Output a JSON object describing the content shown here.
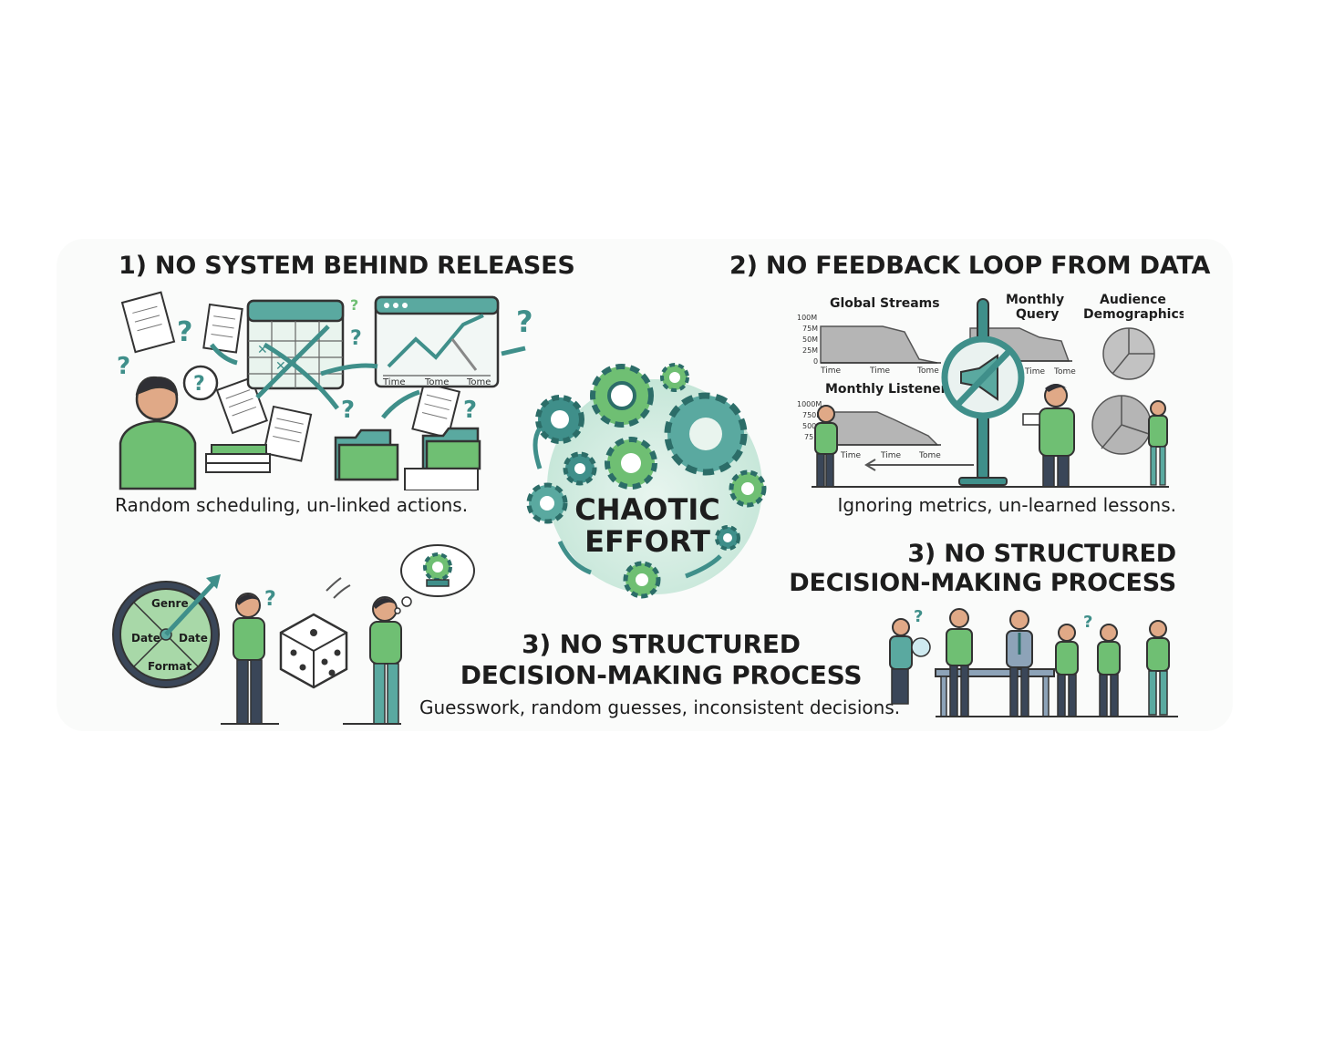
{
  "sections": {
    "s1": {
      "heading": "1) NO SYSTEM BEHIND RELEASES",
      "caption": "Random scheduling, un-linked actions.",
      "chart_ticks": [
        "Time",
        "Tome",
        "Tome"
      ]
    },
    "s2": {
      "heading": "2) NO FEEDBACK LOOP FROM DATA",
      "caption": "Ignoring metrics, un-learned lessons.",
      "global_streams": {
        "title": "Global Streams",
        "y_ticks": [
          "100M",
          "75M",
          "50M",
          "25M",
          "0"
        ],
        "x_ticks": [
          "Time",
          "Time",
          "Tome"
        ]
      },
      "monthly_query": {
        "title_line1": "Monthly",
        "title_line2": "Query",
        "x_ticks": [
          "Time",
          "Tome"
        ]
      },
      "audience": {
        "title_line1": "Audience",
        "title_line2": "Demographics"
      },
      "monthly_listeners": {
        "title": "Monthly Listeners",
        "y_ticks": [
          "1000M",
          "750M",
          "500",
          "75"
        ],
        "x_ticks": [
          "Time",
          "Time",
          "Tome"
        ]
      }
    },
    "center": {
      "line1": "CHAOTIC",
      "line2": "EFFORT"
    },
    "s3_right": {
      "line1": "3) NO STRUCTURED",
      "line2": "DECISION-MAKING PROCESS"
    },
    "s3_bottom": {
      "line1": "3) NO STRUCTURED",
      "line2": "DECISION-MAKING PROCESS",
      "caption": "Guesswork, random guesses, inconsistent decisions.",
      "wheel": [
        "Genre",
        "Date",
        "Date",
        "Format"
      ]
    }
  },
  "colors": {
    "teal": "#3f8f8a",
    "green": "#6fbf73",
    "dark": "#1d1d1d",
    "gray_chart": "#b5b5b5"
  }
}
